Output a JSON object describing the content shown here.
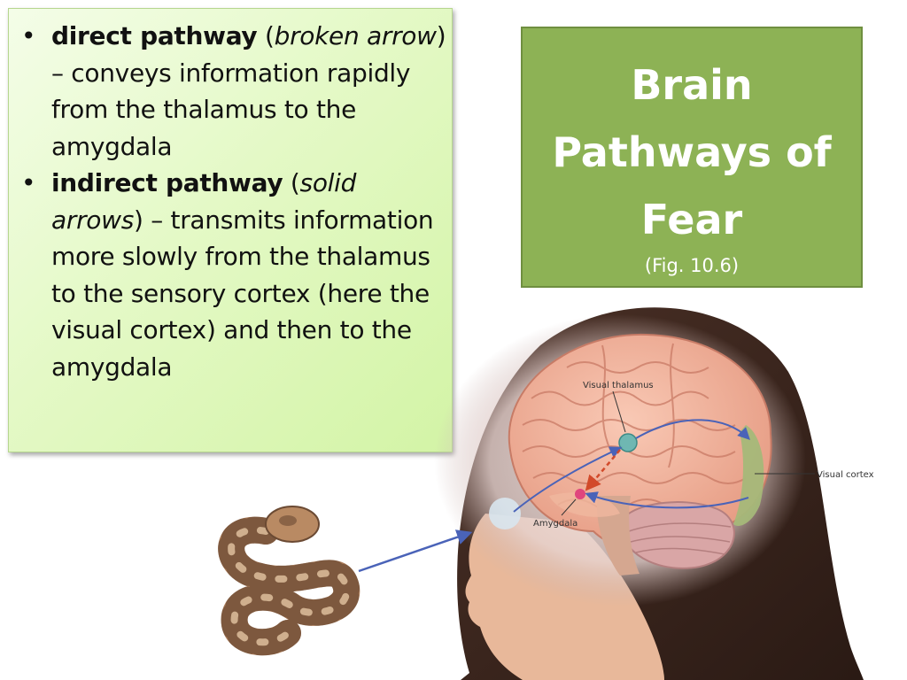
{
  "bullets": [
    {
      "term": "direct pathway",
      "open_paren": " (",
      "note": "broken arrow",
      "rest": ") – conveys information rapidly from the thalamus to the amygdala"
    },
    {
      "term": "indirect pathway",
      "open_paren": " (",
      "note": "solid arrows",
      "rest": ") – transmits information more slowly from the thalamus to the sensory cortex (here the visual cortex) and then to the amygdala"
    }
  ],
  "title_box": {
    "title": "Brain Pathways of Fear",
    "figure_ref": "(Fig. 10.6)"
  },
  "illustration": {
    "labels": {
      "visual_thalamus": "Visual thalamus",
      "visual_cortex": "Visual cortex",
      "amygdala": "Amygdala"
    }
  }
}
